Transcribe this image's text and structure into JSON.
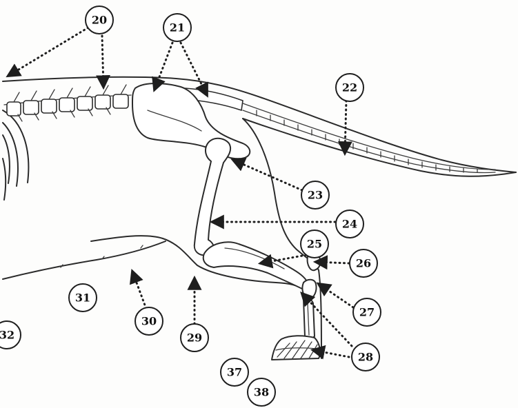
{
  "callouts": [
    {
      "id": "c20",
      "label": "20"
    },
    {
      "id": "c21",
      "label": "21"
    },
    {
      "id": "c22",
      "label": "22"
    },
    {
      "id": "c23",
      "label": "23"
    },
    {
      "id": "c24",
      "label": "24"
    },
    {
      "id": "c25",
      "label": "25"
    },
    {
      "id": "c26",
      "label": "26"
    },
    {
      "id": "c27",
      "label": "27"
    },
    {
      "id": "c28",
      "label": "28"
    },
    {
      "id": "c29",
      "label": "29"
    },
    {
      "id": "c30",
      "label": "30"
    },
    {
      "id": "c31",
      "label": "31"
    },
    {
      "id": "c32",
      "label": "32"
    },
    {
      "id": "c37",
      "label": "37"
    },
    {
      "id": "c38",
      "label": "38"
    }
  ]
}
